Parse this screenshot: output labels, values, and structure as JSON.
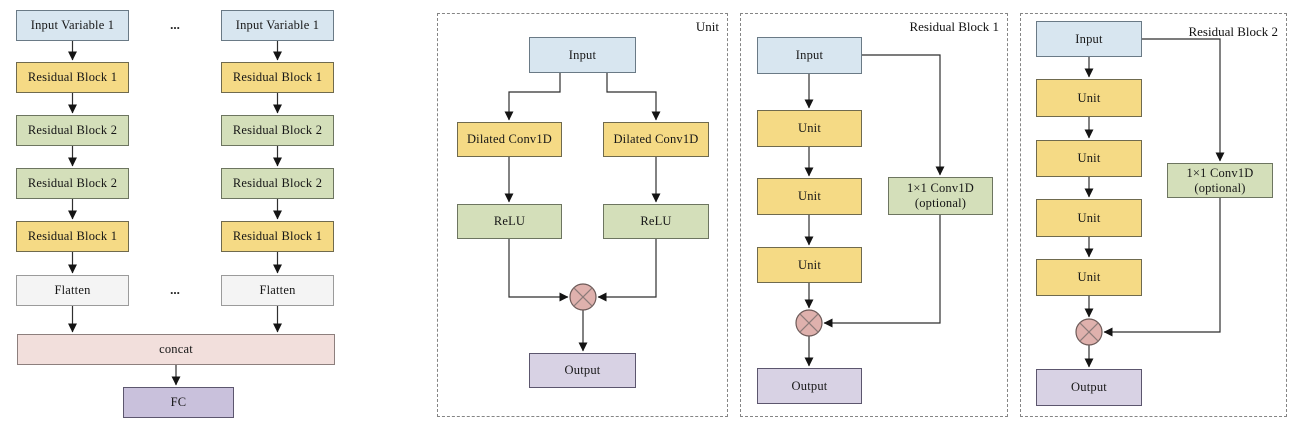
{
  "colors": {
    "input_blue": "#d8e6f0",
    "yellow": "#f5da85",
    "green": "#d4dfba",
    "flatten_gray": "#f4f4f4",
    "concat_pink": "#f2dfdc",
    "fc_purple": "#c9c1dc",
    "output_purple": "#d8d2e4",
    "multiply_pink": "#dfb1ad"
  },
  "left_diagram": {
    "column_blocks": [
      "Input Variable 1",
      "Residual Block 1",
      "Residual Block 2",
      "Residual Block 2",
      "Residual Block 1",
      "Flatten"
    ],
    "ellipsis": "...",
    "concat_label": "concat",
    "fc_label": "FC"
  },
  "unit_panel": {
    "title": "Unit",
    "input_label": "Input",
    "branch_conv_label": "Dilated Conv1D",
    "branch_relu_label": "ReLU",
    "output_label": "Output"
  },
  "residual_block_1_panel": {
    "title": "Residual Block 1",
    "input_label": "Input",
    "unit_labels": [
      "Unit",
      "Unit",
      "Unit"
    ],
    "conv_label": "1×1 Conv1D",
    "conv_sublabel": "(optional)",
    "output_label": "Output"
  },
  "residual_block_2_panel": {
    "title": "Residual Block 2",
    "input_label": "Input",
    "unit_labels": [
      "Unit",
      "Unit",
      "Unit",
      "Unit"
    ],
    "conv_label": "1×1 Conv1D",
    "conv_sublabel": "(optional)",
    "output_label": "Output"
  }
}
